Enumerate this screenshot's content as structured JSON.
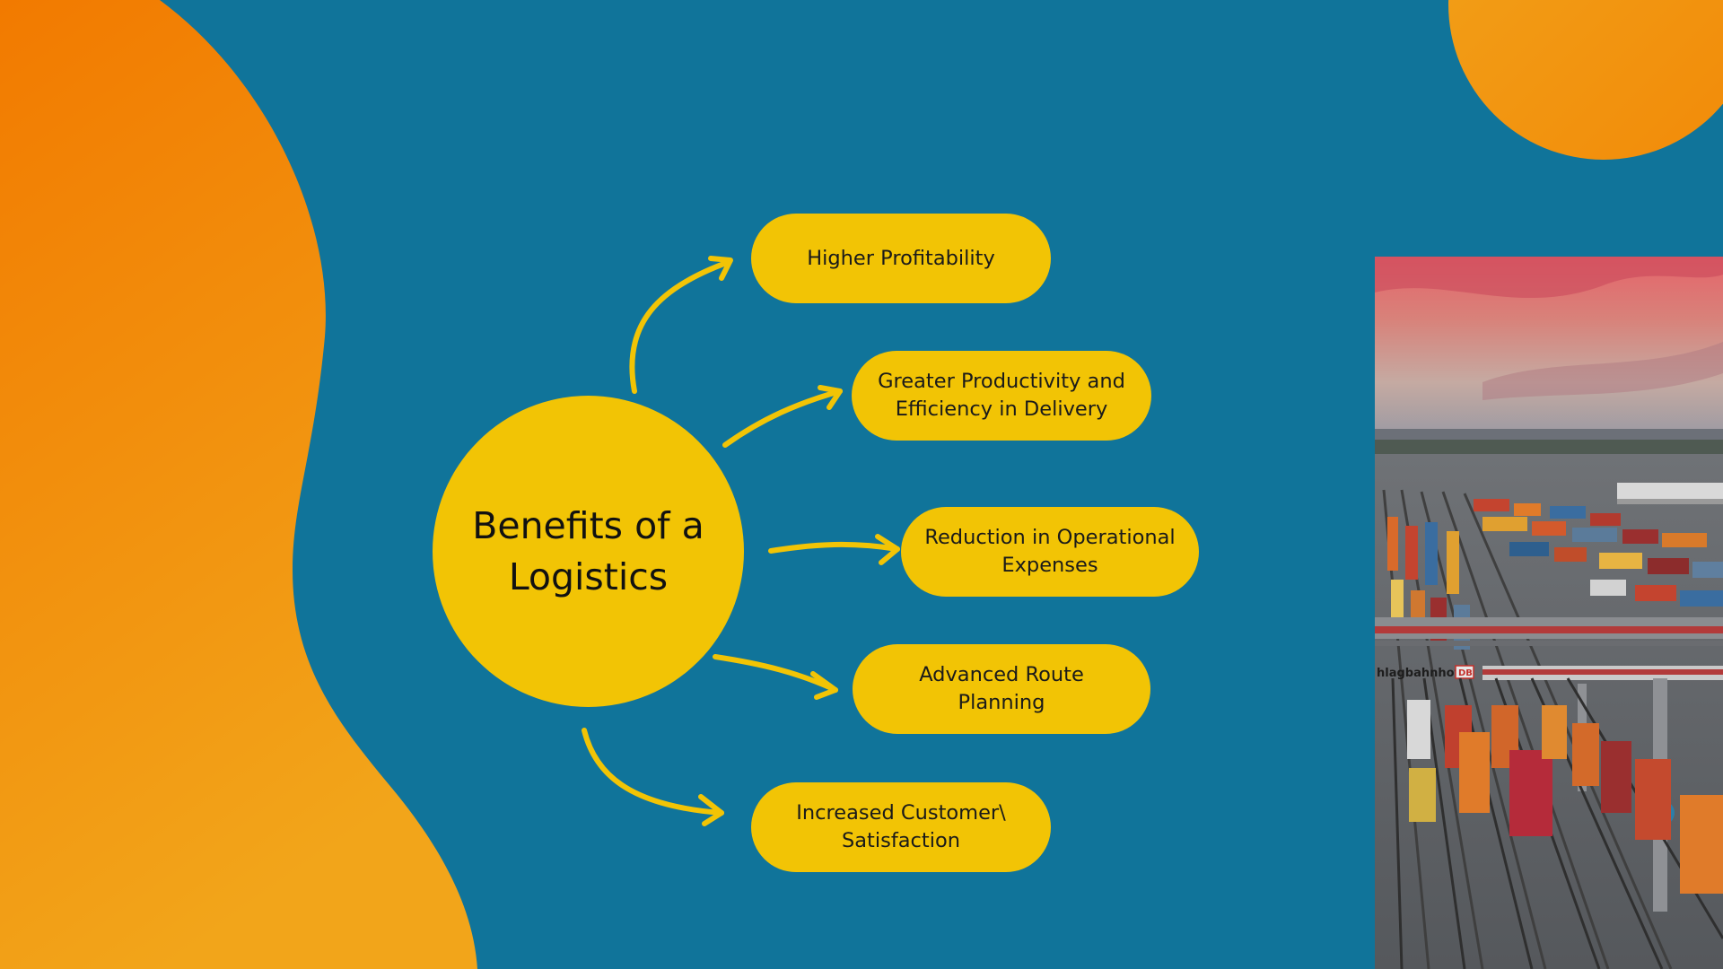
{
  "slide": {
    "center_title": "Benefits of a Logistics",
    "benefits": [
      {
        "label": "Higher Profitability"
      },
      {
        "label": "Greater Productivity and Efficiency in Delivery"
      },
      {
        "label": "Reduction in Operational Expenses"
      },
      {
        "label": "Advanced Route Planning"
      },
      {
        "label": "Increased Customer\\ Satisfaction"
      }
    ],
    "photo": {
      "subject": "rail-container-terminal-photo",
      "sign_text": "hlagbahnhof",
      "logo_text": "DB"
    }
  },
  "colors": {
    "background": "#10749a",
    "accent_yellow": "#f2c405",
    "blob_orange_top": "#f27c00",
    "blob_orange_bottom": "#f2a316",
    "text_dark": "#111111"
  }
}
